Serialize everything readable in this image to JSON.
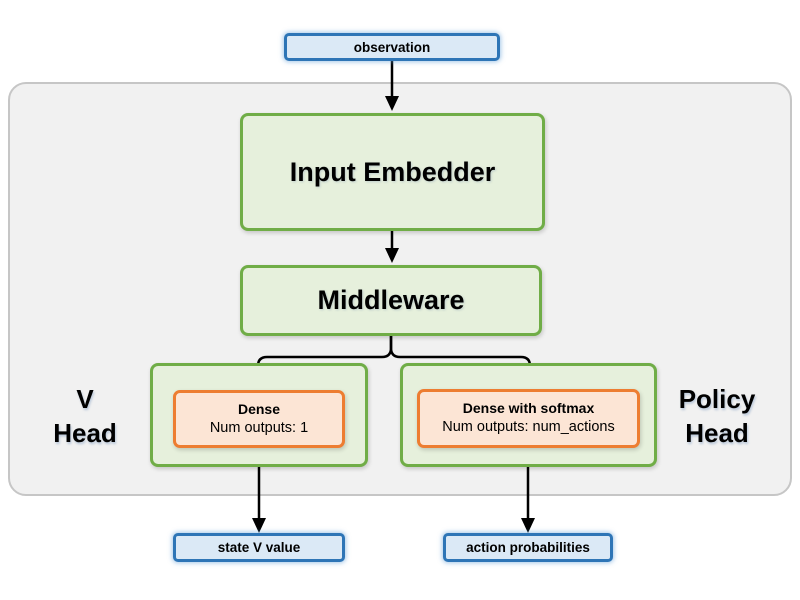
{
  "nodes": {
    "observation": {
      "label": "observation"
    },
    "input_embedder": {
      "label": "Input Embedder"
    },
    "middleware": {
      "label": "Middleware"
    },
    "v_dense": {
      "title": "Dense",
      "subtitle": "Num outputs: 1"
    },
    "policy_dense": {
      "title": "Dense with softmax",
      "subtitle": "Num outputs: num_actions"
    },
    "state_v_value": {
      "label": "state V value"
    },
    "action_probabilities": {
      "label": "action probabilities"
    }
  },
  "labels": {
    "v_head": {
      "line1": "V",
      "line2": "Head"
    },
    "policy_head": {
      "line1": "Policy",
      "line2": "Head"
    }
  },
  "colors": {
    "io_fill": "#dbe9f6",
    "io_border": "#2e75b6",
    "block_fill": "#e6f0dc",
    "block_border": "#70ad47",
    "layer_fill": "#fce5d5",
    "layer_border": "#ed7d31",
    "panel_fill": "#f1f1f1",
    "panel_border": "#c6c6c6",
    "arrow": "#000000",
    "text": "#000000"
  }
}
